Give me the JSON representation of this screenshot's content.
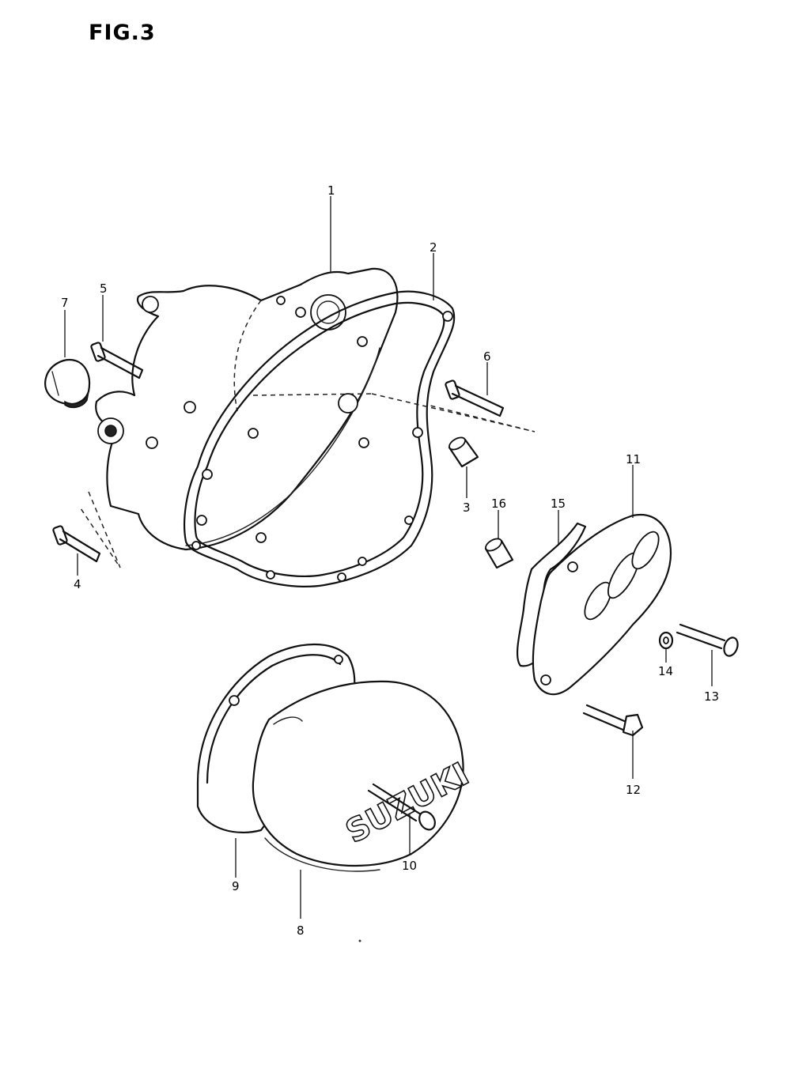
{
  "figure": {
    "title": "FIG.3"
  },
  "brand_text": "SUZUKI",
  "callouts": {
    "c1": "1",
    "c2": "2",
    "c3": "3",
    "c4": "4",
    "c5": "5",
    "c6": "6",
    "c7": "7",
    "c8": "8",
    "c9": "9",
    "c10": "10",
    "c11": "11",
    "c12": "12",
    "c13": "13",
    "c14": "14",
    "c15": "15",
    "c16": "16"
  }
}
